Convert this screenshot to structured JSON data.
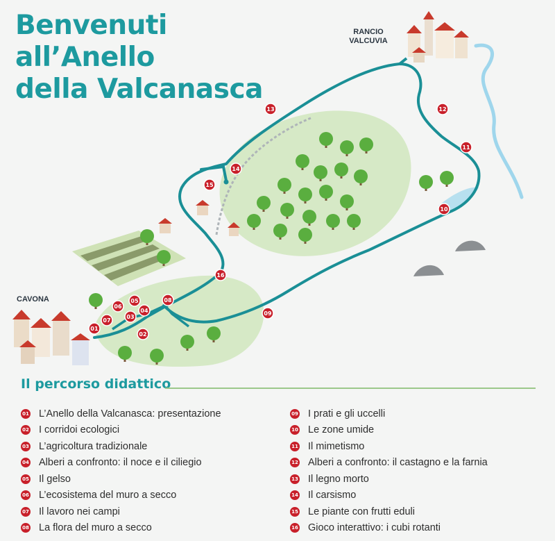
{
  "title": {
    "line1": "Benvenuti",
    "line2": "all’Anello",
    "line3": "della Valcanasca"
  },
  "places": {
    "rancio": "RANCIO\nVALCUVIA",
    "cavona": "CAVONA"
  },
  "colors": {
    "title": "#1d9a9f",
    "trail": "#1a8f96",
    "marker": "#c8202a",
    "tree": "#5aae3f",
    "meadow": "#d6e9c6",
    "river": "#9fd6ec"
  },
  "route": {
    "section_title": "Il percorso didattico",
    "stops": [
      {
        "num": "01",
        "name": "L’Anello della Valcanasca: presentazione"
      },
      {
        "num": "02",
        "name": "I corridoi ecologici"
      },
      {
        "num": "03",
        "name": "L’agricoltura tradizionale"
      },
      {
        "num": "04",
        "name": "Alberi a confronto: il noce e il ciliegio"
      },
      {
        "num": "05",
        "name": "Il gelso"
      },
      {
        "num": "06",
        "name": "L’ecosistema del muro a secco"
      },
      {
        "num": "07",
        "name": "Il lavoro nei campi"
      },
      {
        "num": "08",
        "name": "La flora del muro a secco"
      },
      {
        "num": "09",
        "name": "I prati e gli uccelli"
      },
      {
        "num": "10",
        "name": "Le zone umide"
      },
      {
        "num": "11",
        "name": "Il mimetismo"
      },
      {
        "num": "12",
        "name": "Alberi a confronto: il castagno e la farnia"
      },
      {
        "num": "13",
        "name": "Il legno morto"
      },
      {
        "num": "14",
        "name": "Il carsismo"
      },
      {
        "num": "15",
        "name": "Le piante con frutti eduli"
      },
      {
        "num": "16",
        "name": "Gioco interattivo: i cubi rotanti"
      }
    ]
  }
}
